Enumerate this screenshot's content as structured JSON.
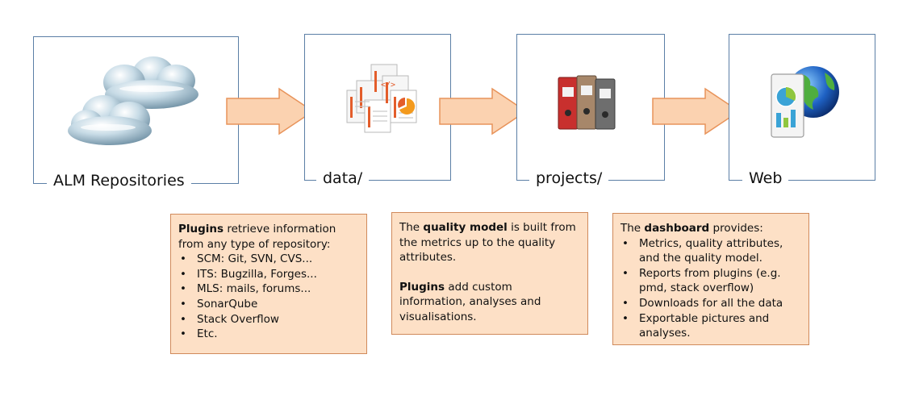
{
  "stages": {
    "alm": {
      "label": "ALM Repositories",
      "icon": "cloud-icon"
    },
    "data": {
      "label": "data/",
      "icon": "files-icon"
    },
    "projects": {
      "label": "projects/",
      "icon": "binders-icon"
    },
    "web": {
      "label": "Web",
      "icon": "web-report-icon"
    }
  },
  "notes": {
    "plugins": {
      "intro_bold": "Plugins",
      "intro_rest": " retrieve information from any type of repository:",
      "items": [
        "SCM: Git, SVN, CVS...",
        "ITS: Bugzilla, Forges...",
        "MLS: mails, forums...",
        "SonarQube",
        "Stack Overflow",
        "Etc."
      ]
    },
    "quality": {
      "p1_pre": "The ",
      "p1_bold": "quality model",
      "p1_post": " is built from the metrics up to the quality attributes.",
      "p2_bold": "Plugins",
      "p2_post": " add custom information, analyses and visualisations."
    },
    "dashboard": {
      "intro_pre": "The ",
      "intro_bold": "dashboard",
      "intro_post": " provides:",
      "items": [
        "Metrics, quality attributes, and the quality model.",
        "Reports from plugins (e.g. pmd, stack overflow)",
        "Downloads for all the data",
        "Exportable pictures and analyses."
      ]
    }
  },
  "colors": {
    "box_border": "#5b7fa6",
    "arrow_fill": "#fbd2b0",
    "arrow_stroke": "#e8935a",
    "note_fill": "#fde0c6",
    "note_border": "#d08a5b"
  }
}
